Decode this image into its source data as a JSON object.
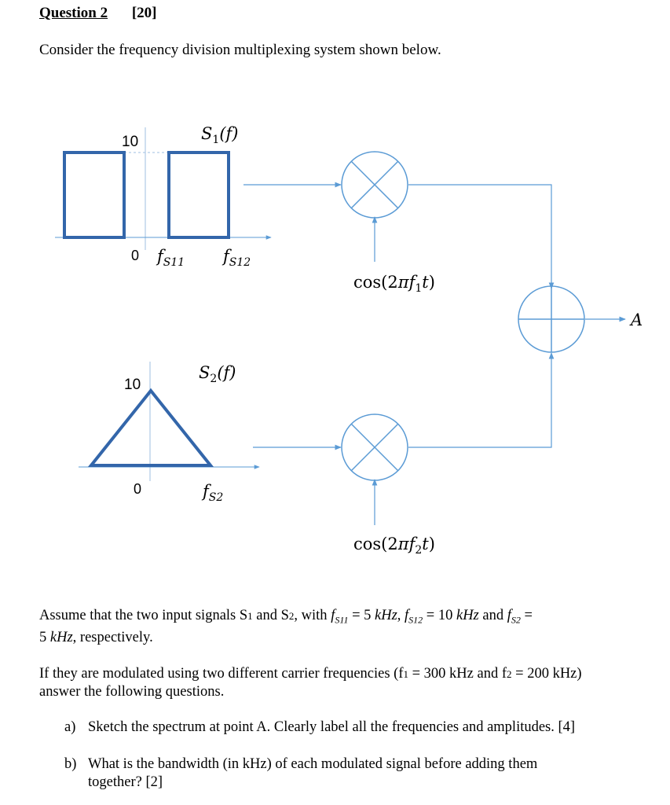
{
  "question": {
    "title": "Question 2",
    "marks": "[20]",
    "intro": "Consider the frequency division multiplexing system shown below."
  },
  "diagram": {
    "s1": {
      "label": "S₁(f)",
      "amplitude": "10",
      "origin": "0",
      "fs11": "f_S11",
      "fs12": "f_S12"
    },
    "s2": {
      "label": "S₂(f)",
      "amplitude": "10",
      "origin": "0",
      "fs2": "f_S2"
    },
    "carrier1": "cos(2πf₁t)",
    "carrier2": "cos(2πf₂t)",
    "output": "A",
    "colors": {
      "signal": "#3366aa",
      "wire": "#5b9bd5"
    }
  },
  "body": {
    "assume_line1": "Assume that the two input signals S₁ and S₂, with f_S11 = 5 kHz, f_S12 = 10 kHz and f_S2 =",
    "assume_line2": "5 kHz, respectively.",
    "if_line1": "If they are modulated using two different carrier frequencies (f₁ = 300 kHz and f₂ = 200 kHz)",
    "if_line2": "answer the following questions.",
    "items": [
      {
        "label": "a)",
        "text": "Sketch the spectrum at point A. Clearly label all the frequencies and amplitudes. [4]"
      },
      {
        "label": "b)",
        "text": "What is the bandwidth (in kHz) of each modulated signal before adding them",
        "text2": "together? [2]"
      }
    ]
  }
}
